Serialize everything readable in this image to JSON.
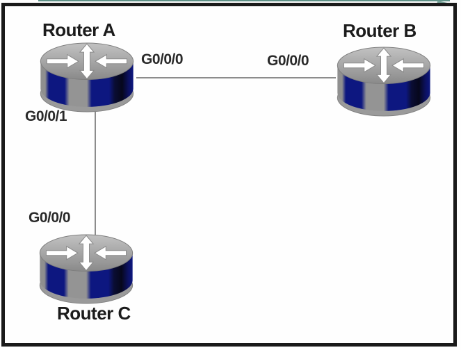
{
  "diagram": {
    "type": "network-topology",
    "nodes": [
      {
        "id": "router-a",
        "label": "Router A",
        "icon": "router-icon"
      },
      {
        "id": "router-b",
        "label": "Router B",
        "icon": "router-icon"
      },
      {
        "id": "router-c",
        "label": "Router C",
        "icon": "router-icon"
      }
    ],
    "links": [
      {
        "from": "router-a",
        "to": "router-b",
        "from_port": "G0/0/0",
        "to_port": "G0/0/0",
        "orientation": "horizontal"
      },
      {
        "from": "router-a",
        "to": "router-c",
        "from_port": "G0/0/1",
        "to_port": "G0/0/0",
        "orientation": "vertical"
      }
    ],
    "colors": {
      "router_stripe_navy": "#0d1780",
      "router_body_gray": "#9a9a9a",
      "link_line_gray": "#8c8c8c",
      "frame_border": "#1a1a1a",
      "top_accent_teal": "#5f9187",
      "label_text": "#1b1b1b"
    }
  }
}
